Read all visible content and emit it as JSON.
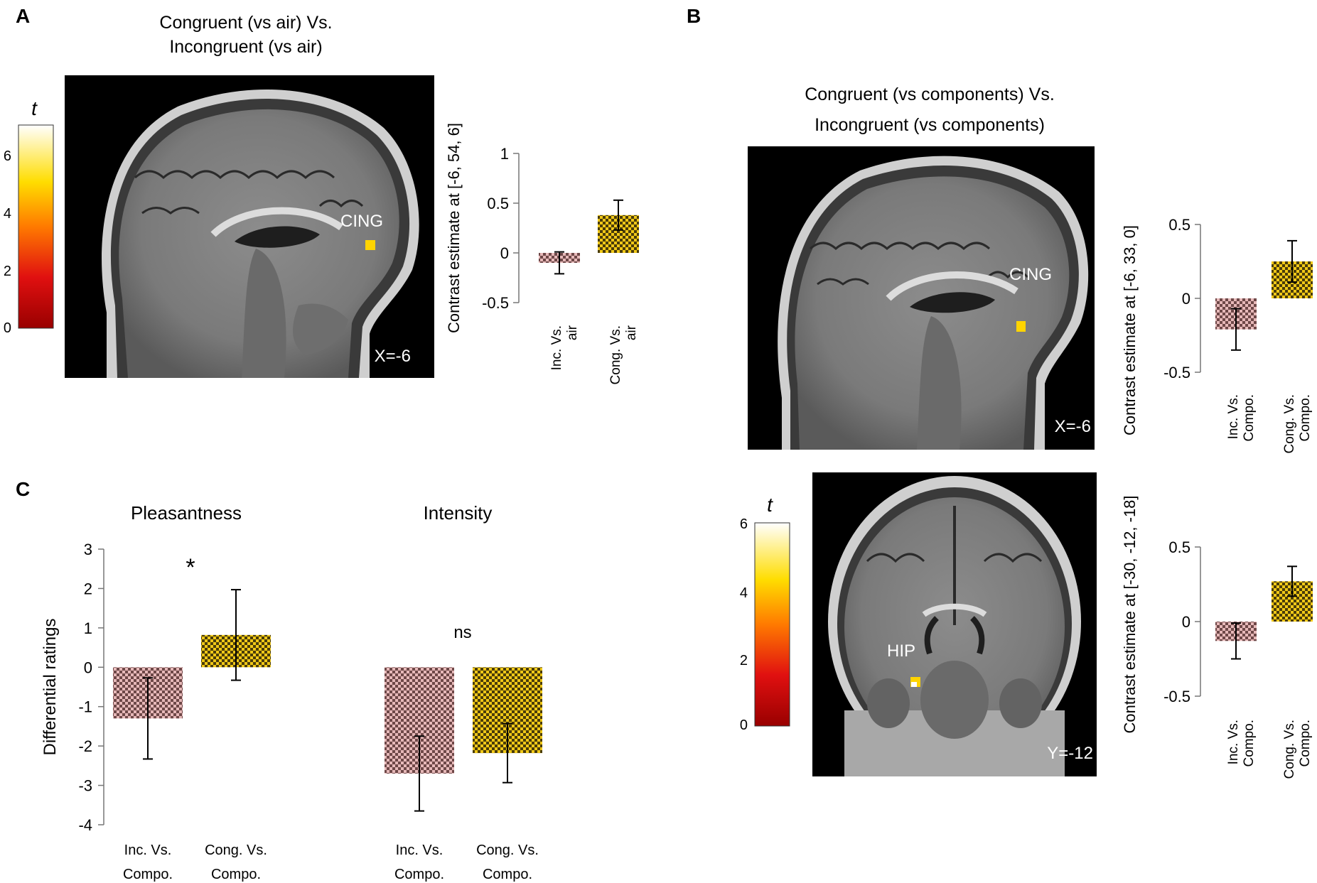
{
  "panels": {
    "A": {
      "letter": "A",
      "title_line1": "Congruent (vs air) Vs.",
      "title_line2": "Incongruent (vs air)",
      "colorbar": {
        "title": "t",
        "ticks": [
          "0",
          "2",
          "4",
          "6"
        ]
      },
      "slice": {
        "region_label": "CING",
        "coord_label": "X=-6",
        "view": "sagittal"
      }
    },
    "B": {
      "letter": "B",
      "title_line1": "Congruent (vs components) Vs.",
      "title_line2": "Incongruent (vs components)",
      "colorbar": {
        "title": "t",
        "ticks": [
          "0",
          "2",
          "4",
          "6"
        ]
      },
      "slice_top": {
        "region_label": "CING",
        "coord_label": "X=-6",
        "view": "sagittal"
      },
      "slice_bottom": {
        "region_label": "HIP",
        "coord_label": "Y=-12",
        "view": "coronal"
      }
    },
    "C": {
      "letter": "C"
    }
  },
  "colors": {
    "incongruent_bar": "#d9a9a9",
    "congruent_bar": "#d6b21c",
    "hotspot": "#ffd400"
  },
  "chart_data": [
    {
      "id": "A-bars",
      "type": "bar",
      "ylabel": "Contrast estimate at [-6, 54, 6]",
      "ylim": [
        -0.5,
        1
      ],
      "yticks": [
        "-0.5",
        "0",
        "0.5",
        "1"
      ],
      "categories": [
        "Inc. Vs. air",
        "Cong. Vs. air"
      ],
      "category_lines": [
        [
          "Inc. Vs.",
          "air"
        ],
        [
          "Cong. Vs.",
          "air"
        ]
      ],
      "values": [
        -0.1,
        0.38
      ],
      "errors": [
        0.11,
        0.15
      ]
    },
    {
      "id": "B-top-bars",
      "type": "bar",
      "ylabel": "Contrast estimate at [-6, 33, 0]",
      "ylim": [
        -0.5,
        0.5
      ],
      "yticks": [
        "-0.5",
        "0",
        "0.5"
      ],
      "categories": [
        "Inc. Vs. Compo.",
        "Cong. Vs. Compo."
      ],
      "category_lines": [
        [
          "Inc. Vs.",
          "Compo."
        ],
        [
          "Cong. Vs.",
          "Compo."
        ]
      ],
      "values": [
        -0.21,
        0.25
      ],
      "errors": [
        0.14,
        0.14
      ]
    },
    {
      "id": "B-bottom-bars",
      "type": "bar",
      "ylabel": "Contrast estimate at [-30, -12, -18]",
      "ylim": [
        -0.5,
        0.5
      ],
      "yticks": [
        "-0.5",
        "0",
        "0.5"
      ],
      "categories": [
        "Inc. Vs. Compo.",
        "Cong. Vs. Compo."
      ],
      "category_lines": [
        [
          "Inc. Vs.",
          "Compo."
        ],
        [
          "Cong. Vs.",
          "Compo."
        ]
      ],
      "values": [
        -0.13,
        0.27
      ],
      "errors": [
        0.12,
        0.1
      ]
    },
    {
      "id": "C-bars",
      "type": "bar",
      "ylabel": "Differential ratings",
      "ylim": [
        -4,
        3
      ],
      "yticks": [
        "-4",
        "-3",
        "-2",
        "-1",
        "0",
        "1",
        "2",
        "3"
      ],
      "groups": [
        {
          "title": "Pleasantness",
          "annotation": "*",
          "categories": [
            "Inc. Vs. Compo.",
            "Cong. Vs. Compo."
          ],
          "category_lines": [
            [
              "Inc. Vs.",
              "Compo."
            ],
            [
              "Cong. Vs.",
              "Compo."
            ]
          ],
          "values": [
            -1.3,
            0.82
          ],
          "errors": [
            1.03,
            1.15
          ]
        },
        {
          "title": "Intensity",
          "annotation": "ns",
          "categories": [
            "Inc. Vs. Compo.",
            "Cong. Vs. Compo."
          ],
          "category_lines": [
            [
              "Inc. Vs.",
              "Compo."
            ],
            [
              "Cong. Vs.",
              "Compo."
            ]
          ],
          "values": [
            -2.7,
            -2.18
          ],
          "errors": [
            0.95,
            0.75
          ]
        }
      ]
    }
  ]
}
